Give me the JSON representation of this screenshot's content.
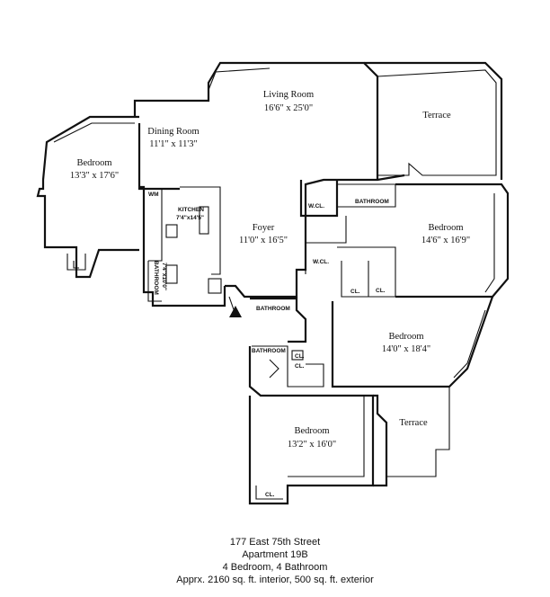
{
  "rooms": {
    "living_room": {
      "name": "Living Room",
      "dims": "16'6\" x 25'0\""
    },
    "dining_room": {
      "name": "Dining Room",
      "dims": "11'1\" x 11'3\""
    },
    "bedroom_west": {
      "name": "Bedroom",
      "dims": "13'3\" x 17'6\""
    },
    "terrace_north": {
      "name": "Terrace"
    },
    "foyer": {
      "name": "Foyer",
      "dims": "11'0\" x 16'5\""
    },
    "bedroom_east": {
      "name": "Bedroom",
      "dims": "14'6\" x 16'9\""
    },
    "bedroom_middle": {
      "name": "Bedroom",
      "dims": "14'0\" x 18'4\""
    },
    "terrace_south": {
      "name": "Terrace"
    },
    "bedroom_south": {
      "name": "Bedroom",
      "dims": "13'2\" x 16'0\""
    }
  },
  "small_labels": {
    "wm": "WM",
    "kitchen": "KITCHEN",
    "kitchen_dims": "7'4\"x14'5\"",
    "bath_west": "BATHROOM",
    "bath_west_dims": "7'4\"x10'0\"",
    "wcl_1": "W.CL.",
    "bathroom_ne": "BATHROOM",
    "wcl_2": "W.CL.",
    "cl_1": "CL.",
    "cl_2": "CL.",
    "bathroom_center": "BATHROOM",
    "bathroom_sw": "BATHROOM",
    "cl_3": "CL.",
    "cl_4": "CL.",
    "cl_5": "CL."
  },
  "caption": {
    "address": "177 East 75th Street",
    "apartment": "Apartment 19B",
    "rooms": "4 Bedroom, 4 Bathroom",
    "area": "Apprx. 2160 sq. ft. interior, 500 sq. ft. exterior"
  }
}
